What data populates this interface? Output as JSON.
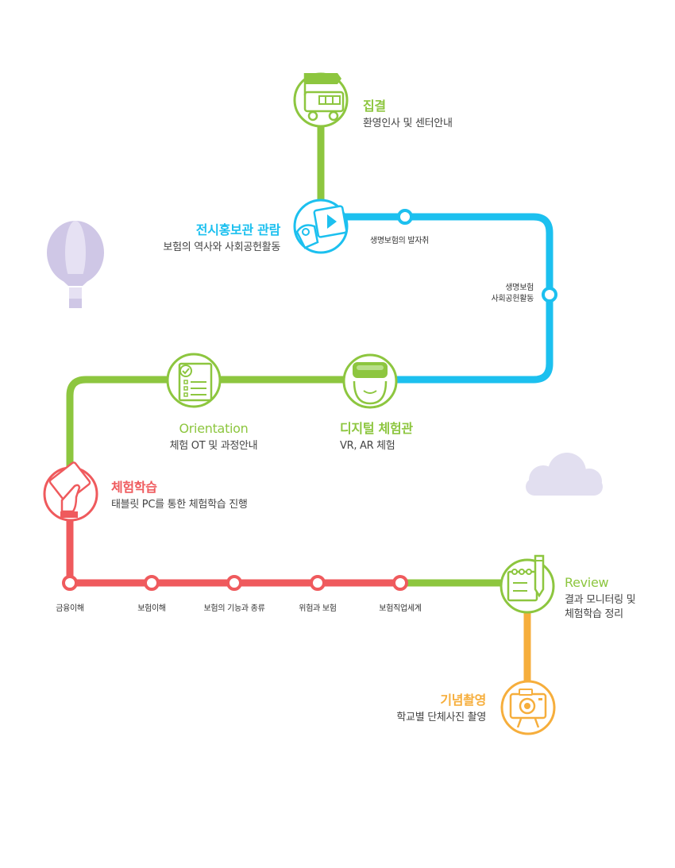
{
  "colors": {
    "green": "#8dc63f",
    "blue": "#1cc0ef",
    "red": "#ef5a5d",
    "orange": "#f6ae3c",
    "balloon": "#cfc7e6",
    "cloud": "#e2dff0"
  },
  "stations": {
    "gather": {
      "title": "집결",
      "sub": "환영인사 및 센터안내",
      "icon": "bus-flag-icon"
    },
    "exhibit": {
      "title": "전시홍보관 관람",
      "sub": "보험의 역사와 사회공헌활동",
      "icon": "video-play-icon"
    },
    "orientation": {
      "title": "Orientation",
      "sub": "체험 OT 및 과정안내",
      "icon": "checklist-icon"
    },
    "digital": {
      "title": "디지털 체험관",
      "sub": "VR, AR 체험",
      "icon": "vr-headset-icon"
    },
    "learning": {
      "title": "체험학습",
      "sub": "태블릿 PC를 통한 체험학습 진행",
      "icon": "tablet-hand-icon"
    },
    "review": {
      "title": "Review",
      "sub_line1": "결과 모니터링 및",
      "sub_line2": "체험학습 정리",
      "icon": "notebook-pencil-icon"
    },
    "photo": {
      "title": "기념촬영",
      "sub": "학교별 단체사진 촬영",
      "icon": "camera-icon"
    }
  },
  "blue_stops": {
    "stop1": "생명보험의 발자취",
    "stop2_line1": "생명보험",
    "stop2_line2": "사회공헌활동"
  },
  "red_stops": [
    "금융이해",
    "보험이해",
    "보험의 기능과 종류",
    "위험과 보험",
    "보험직업세계"
  ]
}
